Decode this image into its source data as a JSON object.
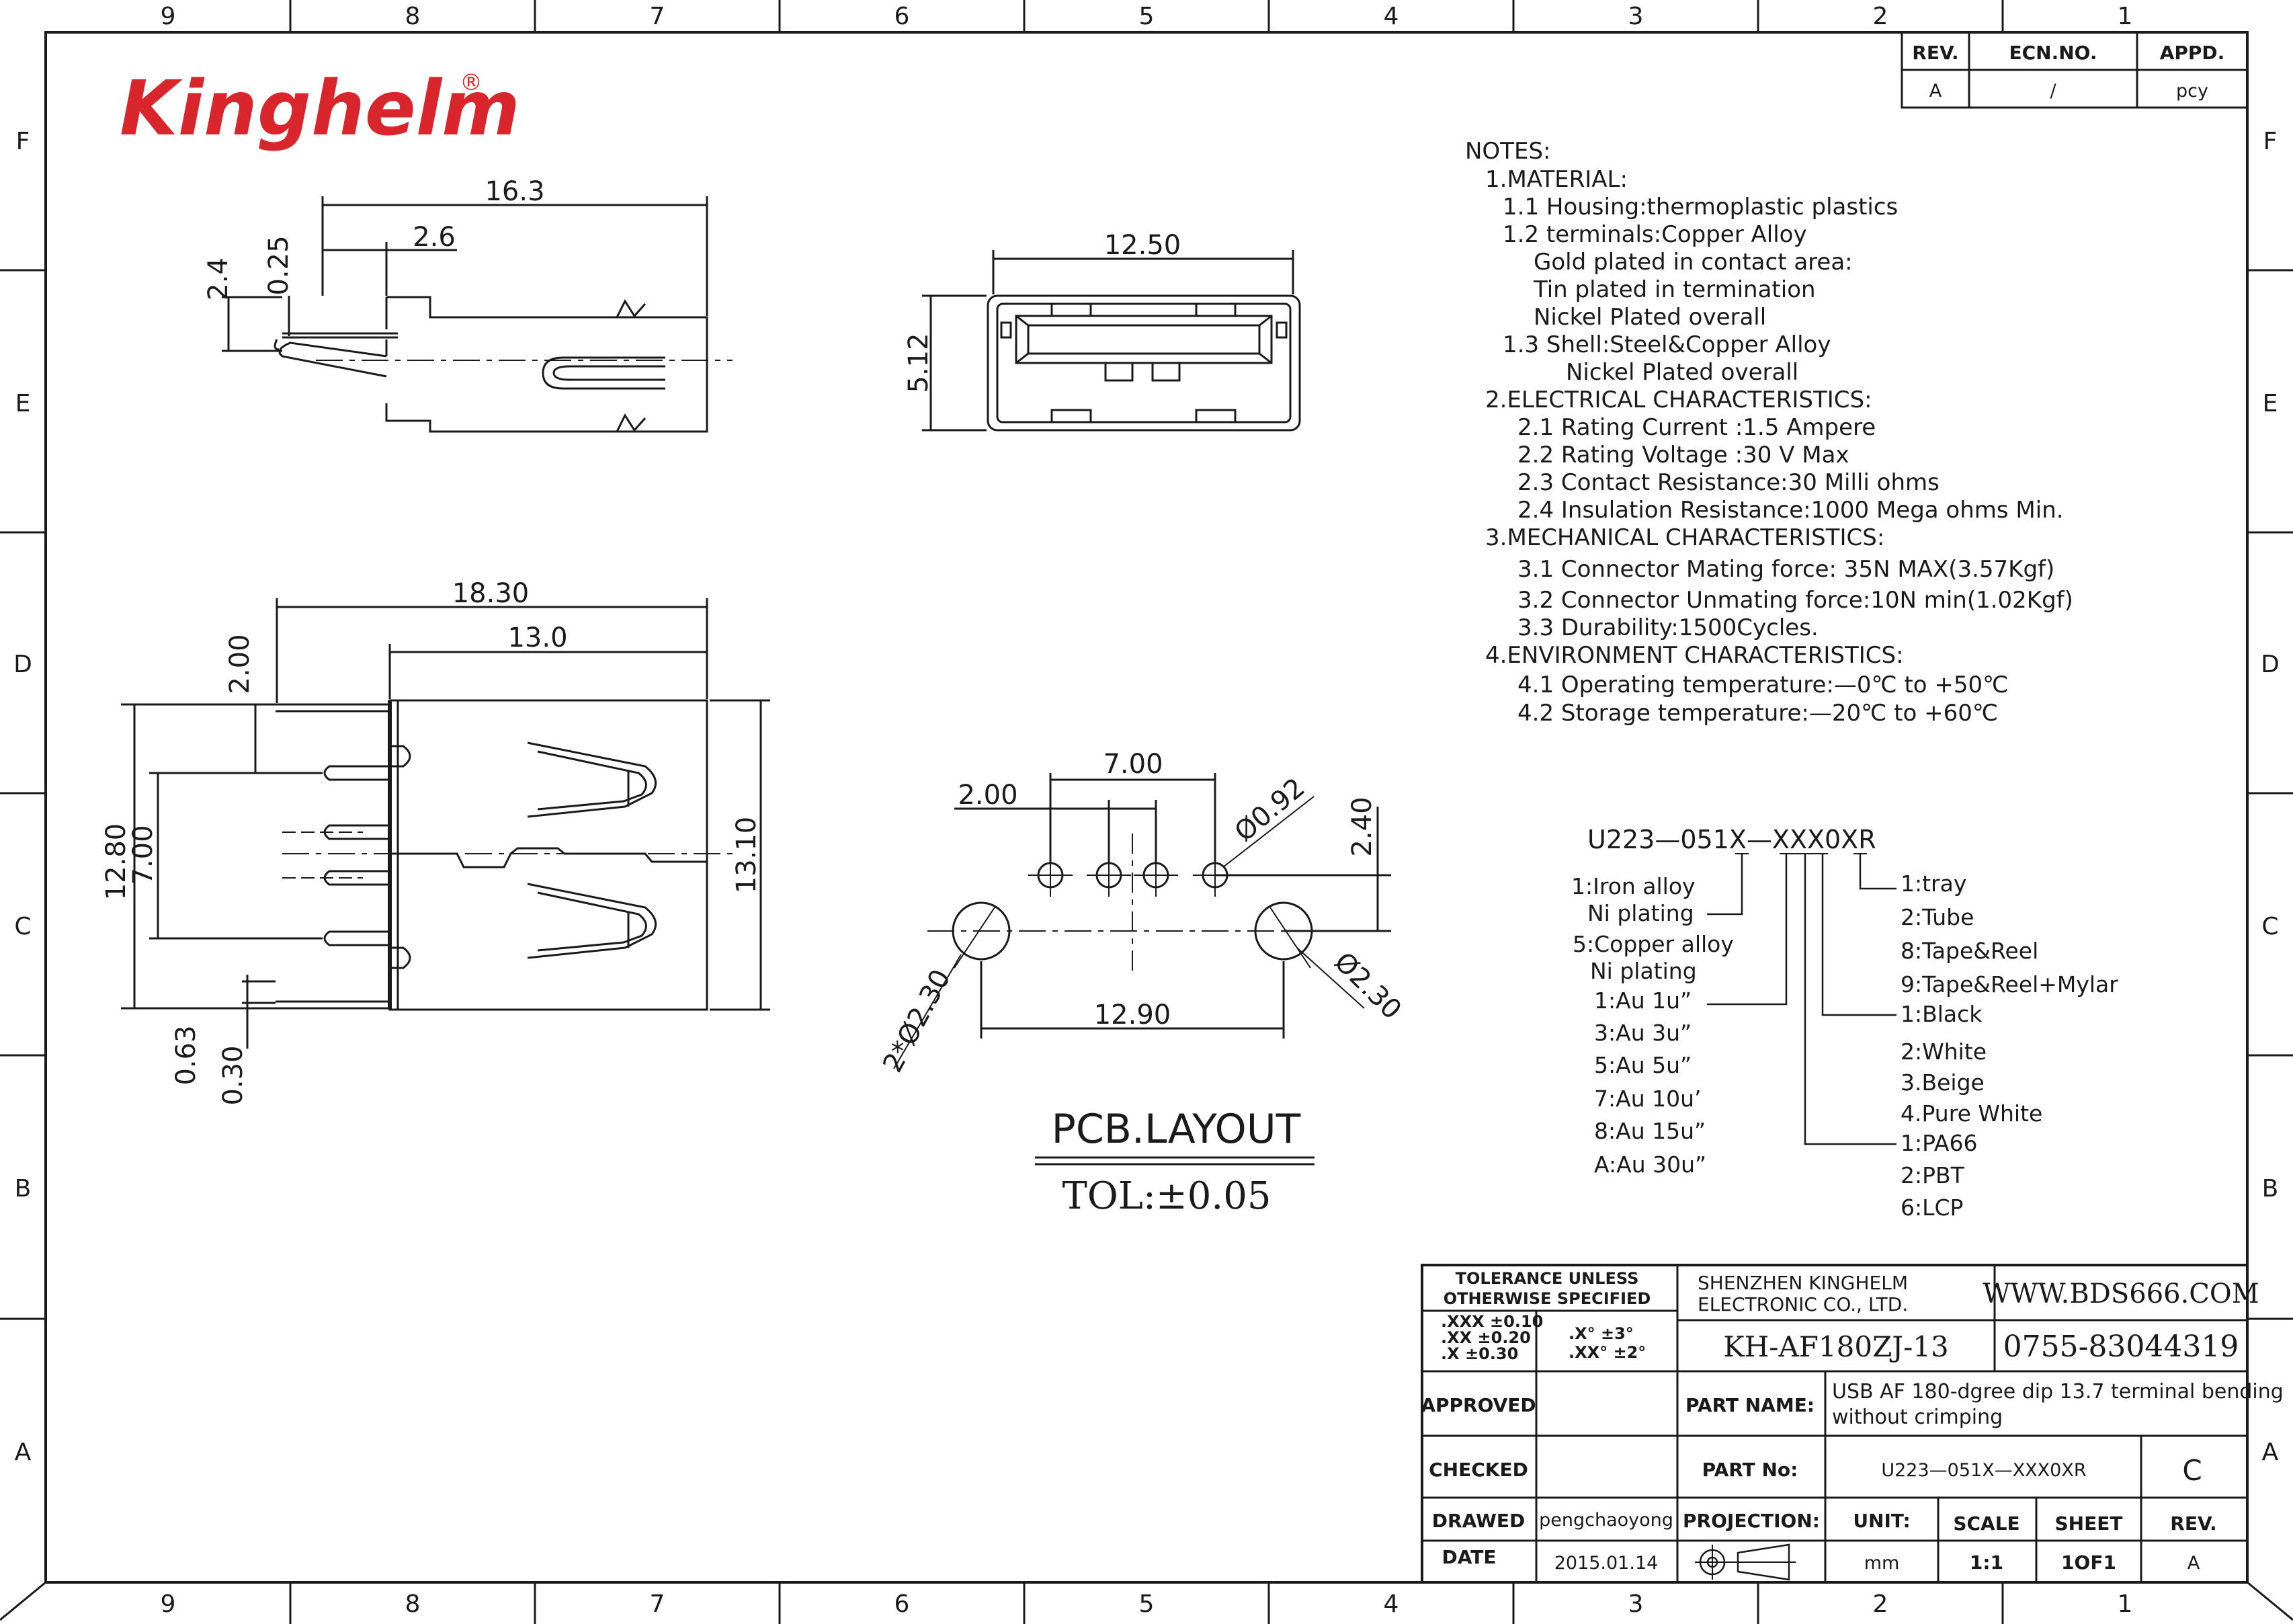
{
  "brand": {
    "logo_text": "Kinghelm",
    "registered": "®"
  },
  "border": {
    "columns": [
      "9",
      "8",
      "7",
      "6",
      "5",
      "4",
      "3",
      "2",
      "1"
    ],
    "rows": [
      "F",
      "E",
      "D",
      "C",
      "B",
      "A"
    ]
  },
  "revision_table": {
    "headers": [
      "REV.",
      "ECN.NO.",
      "APPD."
    ],
    "row": [
      "A",
      "/",
      "pcy"
    ]
  },
  "views": {
    "side_top": {
      "dims": [
        "16.3",
        "2.6",
        "2.4",
        "0.25"
      ]
    },
    "front": {
      "dims": [
        "12.50",
        "5.12"
      ]
    },
    "side_bottom": {
      "dims": [
        "18.30",
        "13.0",
        "2.00",
        "12.80",
        "7.00",
        "13.10",
        "0.63",
        "0.30"
      ]
    },
    "pcb": {
      "dims": [
        "7.00",
        "2.00",
        "Ø0.92",
        "2.40",
        "12.90",
        "2*Ø2.30",
        "Ø2.30"
      ],
      "title": "PCB.LAYOUT",
      "tolerance": "TOL:±0.05"
    }
  },
  "notes": [
    "NOTES:",
    "1.MATERIAL:",
    "1.1  Housing:thermoplastic  plastics",
    "1.2  terminals:Copper  Alloy",
    "Gold  plated  in  contact  area:",
    "Tin  plated  in  termination",
    "Nickel  Plated  overall",
    "1.3  Shell:Steel&Copper  Alloy",
    "Nickel  Plated  overall",
    "2.ELECTRICAL  CHARACTERISTICS:",
    "2.1  Rating  Current  :1.5  Ampere",
    "2.2  Rating  Voltage  :30  V  Max",
    "2.3  Contact  Resistance:30  Milli  ohms",
    "2.4  Insulation  Resistance:1000  Mega  ohms  Min.",
    "3.MECHANICAL  CHARACTERISTICS:",
    "3.1  Connector  Mating  force: 35N  MAX(3.57Kgf)",
    "3.2  Connector  Unmating  force:10N  min(1.02Kgf)",
    "3.3  Durability:1500Cycles.",
    "4.ENVIRONMENT  CHARACTERISTICS:",
    "4.1  Operating  temperature:—0℃  to  +50℃",
    "4.2  Storage  temperature:—20℃  to  +60℃"
  ],
  "part_code": {
    "code": "U223—051X—XXX0XR",
    "left_options": [
      "1:Iron  alloy",
      "Ni  plating",
      "5:Copper  alloy",
      "Ni  plating",
      "1:Au  1u”",
      "3:Au  3u”",
      "5:Au  5u”",
      "7:Au  10u’",
      "8:Au  15u”",
      "A:Au  30u”"
    ],
    "right_options": [
      "1:tray",
      "2:Tube",
      "8:Tape&Reel",
      "9:Tape&Reel+Mylar",
      "1:Black",
      "2:White",
      "3.Beige",
      "4.Pure  White",
      "1:PA66",
      "2:PBT",
      "6:LCP"
    ]
  },
  "title_block": {
    "tolerance_title": [
      "TOLERANCE  UNLESS",
      "OTHERWISE  SPECIFIED"
    ],
    "tol_left": [
      ".XXX  ±0.10",
      ".XX    ±0.20",
      ".X      ±0.30"
    ],
    "tol_right": [
      ".X°       ±3°",
      ".XX°     ±2°"
    ],
    "company": [
      "SHENZHEN KINGHELM",
      "ELECTRONIC CO., LTD."
    ],
    "website": "WWW.BDS666.COM",
    "drawing_no": "KH-AF180ZJ-13",
    "phone": "0755-83044319",
    "approved_label": "APPROVED",
    "part_name_label": "PART  NAME:",
    "part_name": [
      "USB AF 180-dgree dip 13.7 terminal bending",
      "without crimping"
    ],
    "checked_label": "CHECKED",
    "part_no_label": "PART  No:",
    "part_no": "U223—051X—XXX0XR",
    "size_letter": "C",
    "drawed_label": "DRAWED",
    "drawer": "pengchaoyong",
    "projection_label": "PROJECTION:",
    "unit_label": "UNIT:",
    "scale_label": "SCALE",
    "sheet_label": "SHEET",
    "rev_label": "REV.",
    "date_label": "DATE",
    "date": "2015.01.14",
    "unit": "mm",
    "scale": "1:1",
    "sheet": "1OF1",
    "rev": "A"
  }
}
